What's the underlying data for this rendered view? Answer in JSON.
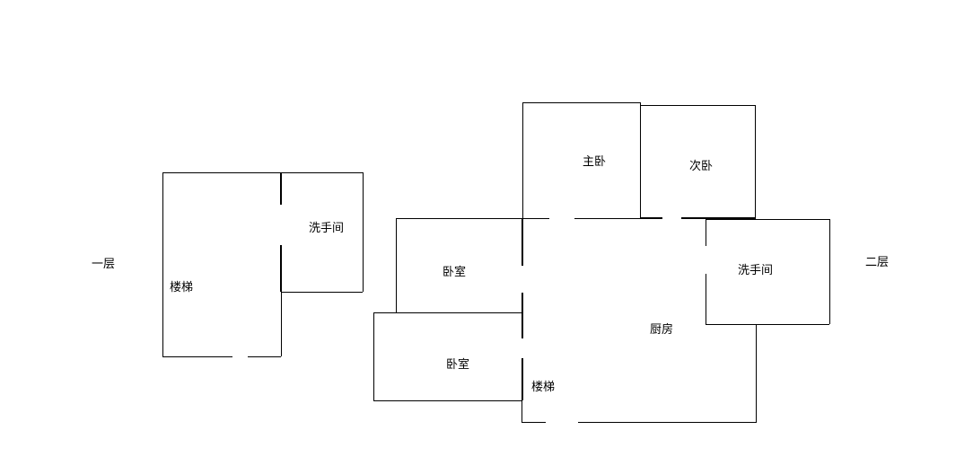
{
  "floor_labels": {
    "first": "一层",
    "second": "二层"
  },
  "first_floor": {
    "stairs": "楼梯",
    "bathroom": "洗手间"
  },
  "second_floor": {
    "master_bedroom": "主卧",
    "second_bedroom": "次卧",
    "bedroom_upper": "卧室",
    "bedroom_lower": "卧室",
    "bathroom": "洗手间",
    "kitchen": "厨房",
    "stairs": "楼梯"
  }
}
